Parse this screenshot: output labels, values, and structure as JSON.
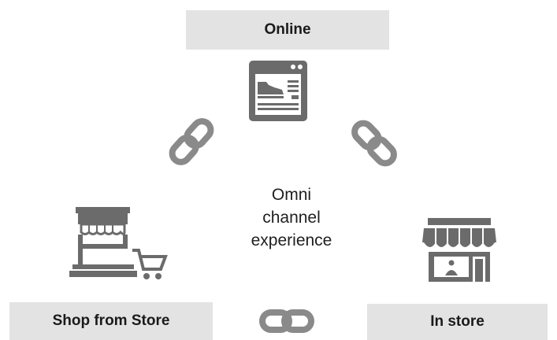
{
  "labels": {
    "online": "Online",
    "shop_from_store": "Shop from Store",
    "in_store": "In store"
  },
  "center": {
    "line1": "Omni",
    "line2": "channel",
    "line3": "experience"
  },
  "icons": {
    "online": "browser-shoe-icon",
    "shop_from_store": "storefront-cart-icon",
    "in_store": "awning-shop-icon",
    "links": "chain-link-icon"
  },
  "colors": {
    "icon": "#6b6b6b",
    "label_bg": "#e3e3e3",
    "text": "#1a1a1a"
  }
}
